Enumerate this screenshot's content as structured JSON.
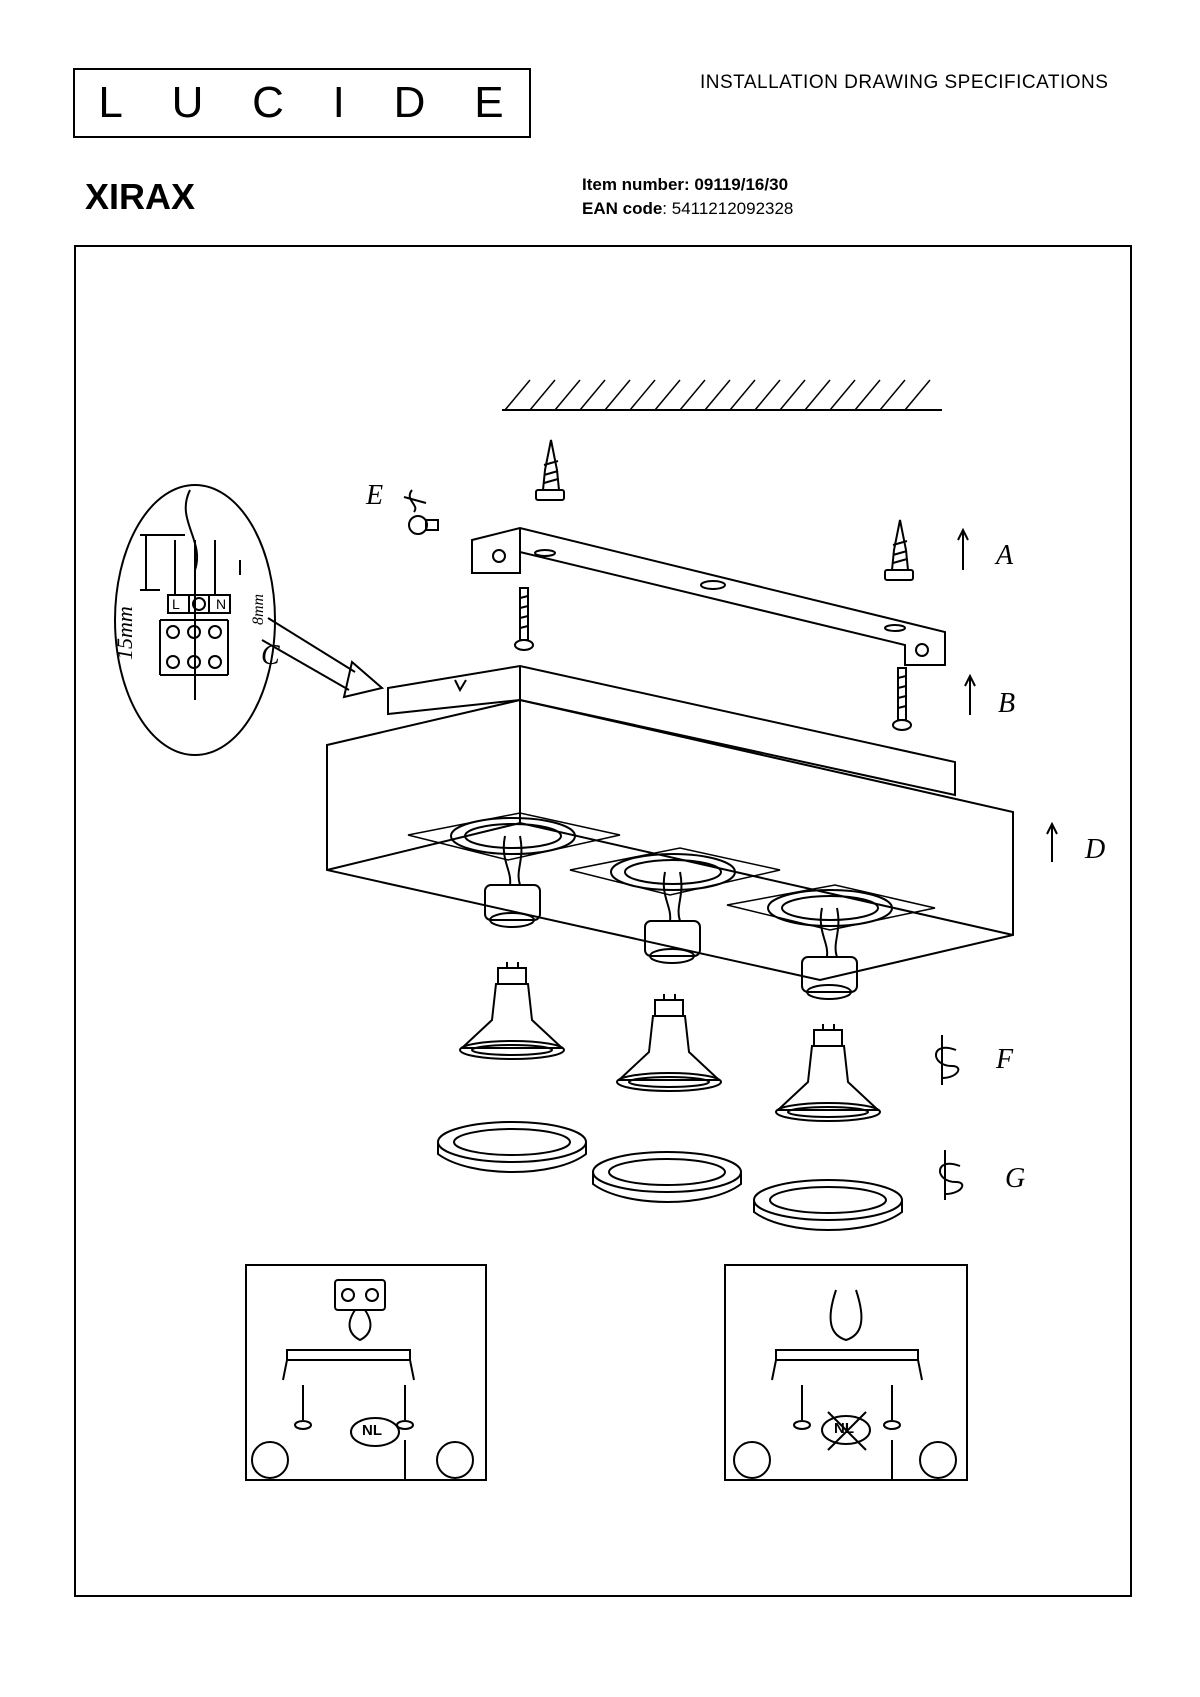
{
  "brand": {
    "logo_letters": [
      "L",
      "U",
      "C",
      "I",
      "D",
      "E"
    ]
  },
  "header": {
    "spec_title": "INSTALLATION DRAWING SPECIFICATIONS",
    "product_name": "XIRAX",
    "item_number_label": "Item number:",
    "item_number": "09119/16/30",
    "ean_label": "EAN code",
    "ean_value": ": 5411212092328"
  },
  "diagram": {
    "labels": {
      "a": "A",
      "b": "B",
      "c": "C",
      "d": "D",
      "e": "E",
      "f": "F",
      "g": "G"
    },
    "detail": {
      "dim_15": "15mm",
      "dim_8": "8mm",
      "terminal_l": "L",
      "terminal_n": "N"
    },
    "inset_badge": "NL"
  }
}
